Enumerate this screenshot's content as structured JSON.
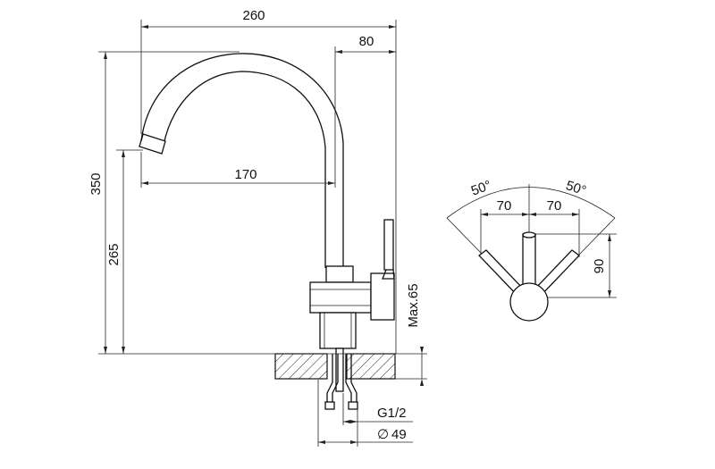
{
  "drawing": {
    "dimensions": {
      "overall_width": "260",
      "spout_offset": "80",
      "reach": "170",
      "total_height": "350",
      "spout_height": "265",
      "max_thickness": "Max.65",
      "thread": "G1/2",
      "hole_diameter": "49",
      "diameter_symbol": "∅"
    },
    "lever_view": {
      "angle_left": "50°",
      "angle_right": "50°",
      "offset_left": "70",
      "offset_right": "70",
      "lever_height": "90"
    }
  },
  "colors": {
    "line": "#111111",
    "background": "#ffffff",
    "hatch": "#222222"
  }
}
